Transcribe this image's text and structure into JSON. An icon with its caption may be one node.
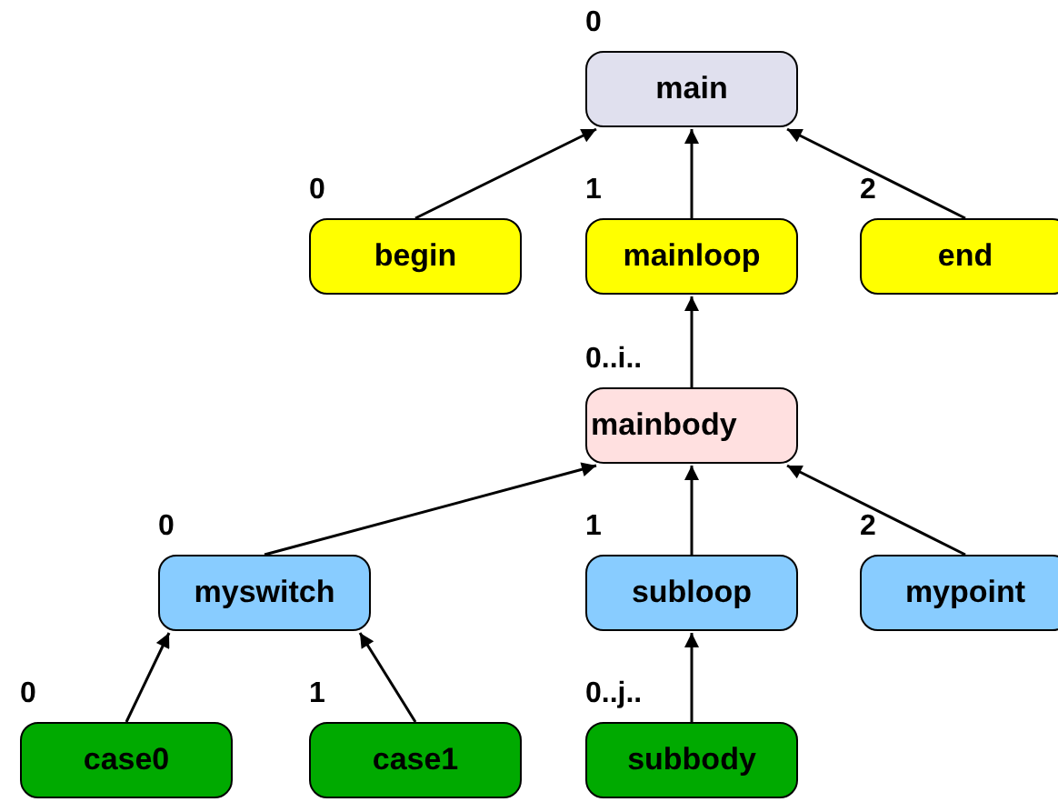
{
  "diagram": {
    "nodes": [
      {
        "text": [
          "main"
        ],
        "beside": [
          "0"
        ]
      },
      {
        "text": [
          "begin"
        ],
        "beside": [
          "0"
        ]
      },
      {
        "text": [
          "mainloop"
        ],
        "beside": [
          "1"
        ]
      },
      {
        "text": [
          "end"
        ],
        "beside": [
          "2"
        ]
      },
      {
        "text": [
          "mainbody"
        ],
        "beside": [
          "0..i.."
        ]
      },
      {
        "text": [
          "myswitch"
        ],
        "beside": [
          "0"
        ]
      },
      {
        "text": [
          "subloop"
        ],
        "beside": [
          "1"
        ]
      },
      {
        "text": [
          "mypoint"
        ],
        "beside": [
          "2"
        ]
      },
      {
        "text": [
          "case0"
        ],
        "beside": [
          "0"
        ]
      },
      {
        "text": [
          "case1"
        ],
        "beside": [
          "1"
        ]
      },
      {
        "text": [
          "subbody"
        ],
        "beside": [
          "0..j.."
        ]
      }
    ],
    "edges": [
      {
        "from": 1,
        "to": 0,
        "arrow": "to"
      },
      {
        "from": 2,
        "to": 0,
        "arrow": "to"
      },
      {
        "from": 3,
        "to": 0,
        "arrow": "to"
      },
      {
        "from": 4,
        "to": 2,
        "arrow": "to"
      },
      {
        "from": 5,
        "to": 4,
        "arrow": "to"
      },
      {
        "from": 6,
        "to": 4,
        "arrow": "to"
      },
      {
        "from": 7,
        "to": 4,
        "arrow": "to"
      },
      {
        "from": 8,
        "to": 5,
        "arrow": "to"
      },
      {
        "from": 9,
        "to": 5,
        "arrow": "to"
      },
      {
        "from": 10,
        "to": 6,
        "arrow": "to"
      }
    ]
  }
}
